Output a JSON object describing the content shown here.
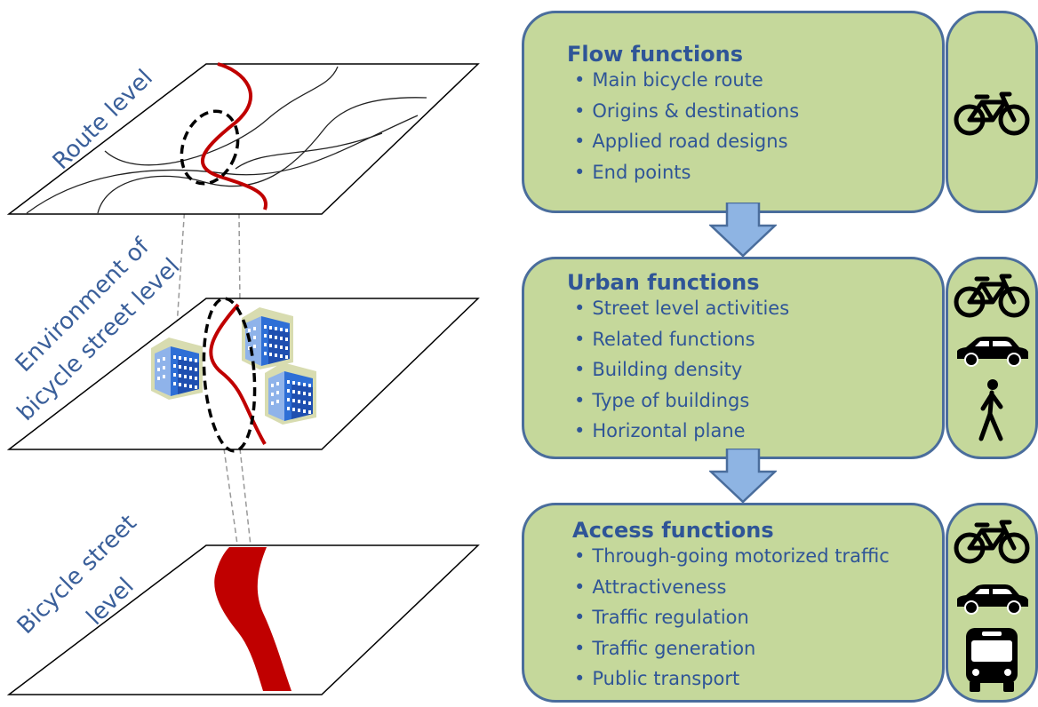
{
  "layers": [
    {
      "id": "route",
      "label": "Route level"
    },
    {
      "id": "environment",
      "label_lines": [
        "Environment of",
        "bicycle street level"
      ]
    },
    {
      "id": "street",
      "label_lines": [
        "Bicycle street",
        "level"
      ]
    }
  ],
  "function_boxes": [
    {
      "title": "Flow functions",
      "items": [
        "Main bicycle route",
        "Origins & destinations",
        "Applied road designs",
        "End points"
      ],
      "icons": [
        "bicycle-icon"
      ]
    },
    {
      "title": "Urban functions",
      "items": [
        "Street level activities",
        "Related functions",
        "Building density",
        "Type of buildings",
        "Horizontal plane"
      ],
      "icons": [
        "bicycle-icon",
        "car-icon",
        "pedestrian-icon"
      ]
    },
    {
      "title": "Access functions",
      "items": [
        "Through-going motorized traffic",
        "Attractiveness",
        "Traffic regulation",
        "Traffic generation",
        "Public transport"
      ],
      "icons": [
        "bicycle-icon",
        "car-icon",
        "bus-icon"
      ]
    }
  ],
  "colors": {
    "box_fill": "#c5d89b",
    "box_border": "#4a6d9c",
    "text": "#2f5597",
    "route_line": "#c00000",
    "arrow_fill": "#8eb4e3",
    "building_blue": "#2e6fd6"
  }
}
